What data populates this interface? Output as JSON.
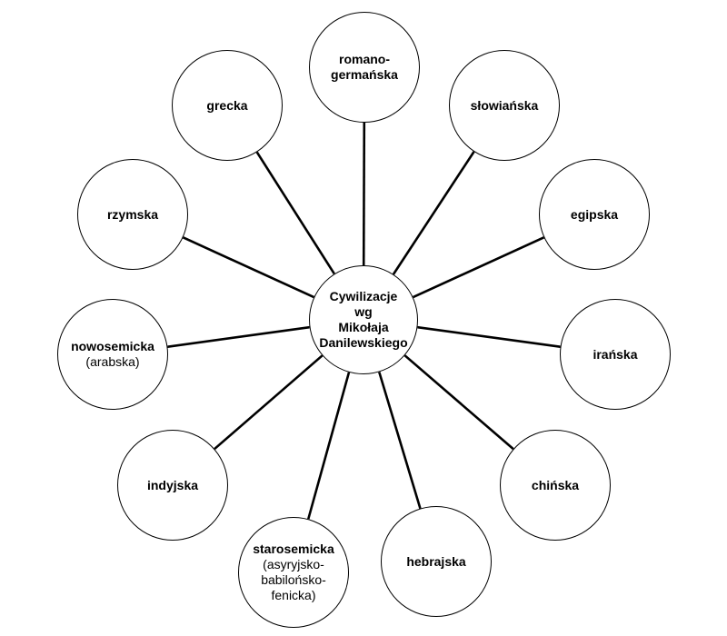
{
  "diagram": {
    "center": {
      "lines": [
        "Cywilizacje",
        "wg",
        "Mikołaja",
        "Danilewskiego"
      ]
    },
    "nodes": [
      {
        "id": "romano-germanska",
        "lines": [
          "romano-",
          "germańska"
        ],
        "sub": []
      },
      {
        "id": "slowianska",
        "lines": [
          "słowiańska"
        ],
        "sub": []
      },
      {
        "id": "egipska",
        "lines": [
          "egipska"
        ],
        "sub": []
      },
      {
        "id": "iranska",
        "lines": [
          "irańska"
        ],
        "sub": []
      },
      {
        "id": "chinska",
        "lines": [
          "chińska"
        ],
        "sub": []
      },
      {
        "id": "hebrajska",
        "lines": [
          "hebrajska"
        ],
        "sub": []
      },
      {
        "id": "starosemicka",
        "lines": [
          "starosemicka"
        ],
        "sub": [
          "(asyryjsko-",
          "babilońsko-",
          "fenicka)"
        ]
      },
      {
        "id": "indyjska",
        "lines": [
          "indyjska"
        ],
        "sub": []
      },
      {
        "id": "nowosemicka",
        "lines": [
          "nowosemicka"
        ],
        "sub": [
          "(arabska)"
        ]
      },
      {
        "id": "rzymska",
        "lines": [
          "rzymska"
        ],
        "sub": []
      },
      {
        "id": "grecka",
        "lines": [
          "grecka"
        ],
        "sub": []
      }
    ]
  }
}
